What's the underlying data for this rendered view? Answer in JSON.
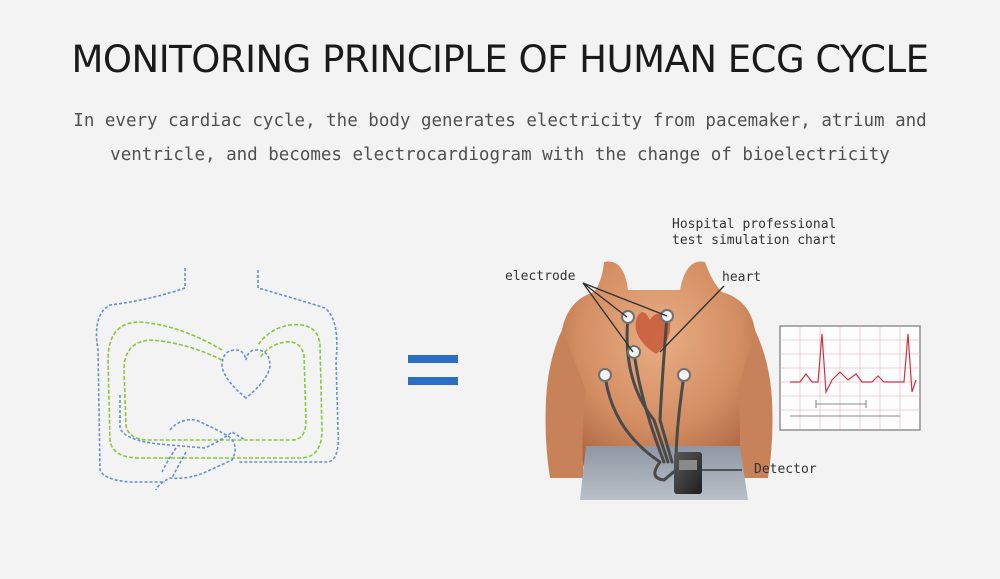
{
  "header": {
    "title": "MONITORING PRINCIPLE OF HUMAN ECG CYCLE",
    "subtitle_line1": "In every cardiac cycle, the body generates electricity from pacemaker, atrium and",
    "subtitle_line2": "ventricle, and becomes electrocardiogram with the change of bioelectricity"
  },
  "diagram": {
    "chart_caption_line1": "Hospital professional",
    "chart_caption_line2": "test simulation chart",
    "label_electrode": "electrode",
    "label_heart": "heart",
    "label_detector": "Detector"
  },
  "colors": {
    "equals": "#2a6fc4",
    "sketch_outline": "#6b8fc9",
    "current_path": "#8cc63f",
    "ecg_trace": "#cc3344",
    "skin": "#d8956b"
  }
}
